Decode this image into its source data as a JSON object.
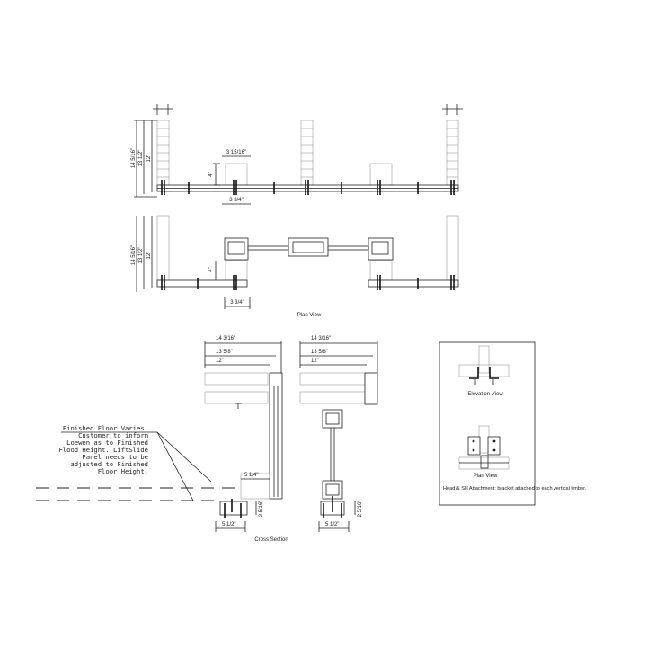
{
  "plan_view": {
    "title": "Plan View",
    "top": {
      "overall": "14 5/16\"",
      "mid": "13 1/2\"",
      "inner": "12\"",
      "post_width_top": "3 15/16\"",
      "post_depth": "4\"",
      "post_width_bottom": "3 3/4\""
    },
    "bottom": {
      "overall": "14 5/16\"",
      "mid": "13 1/2\"",
      "inner": "12\"",
      "post_depth": "4\"",
      "post_width_bottom": "3 3/4\""
    }
  },
  "cross_section": {
    "title": "Cross Section",
    "left": {
      "overall": "14 3/16\"",
      "mid": "13 5/8\"",
      "inner": "12\"",
      "offset": "5 1/4\"",
      "sill_width": "5 1/2\"",
      "sill_height": "2 5/16\""
    },
    "right": {
      "overall": "14 3/16\"",
      "mid": "13 5/8\"",
      "inner": "12\"",
      "sill_width": "5 1/2\"",
      "sill_height": "2 5/16\""
    },
    "note_lines": [
      "Finished Floor Varies,",
      "Customer to inform",
      "Loewen as to Finished",
      "Flood Height. LiftSlide",
      "Panel needs to be",
      "adjusted to Finished",
      "Floor Height."
    ]
  },
  "attachment_detail": {
    "elevation_label": "Elevation View",
    "plan_label": "Plan View",
    "caption": "Head & Sill Attachment: bracket attached to each vertical timber."
  }
}
